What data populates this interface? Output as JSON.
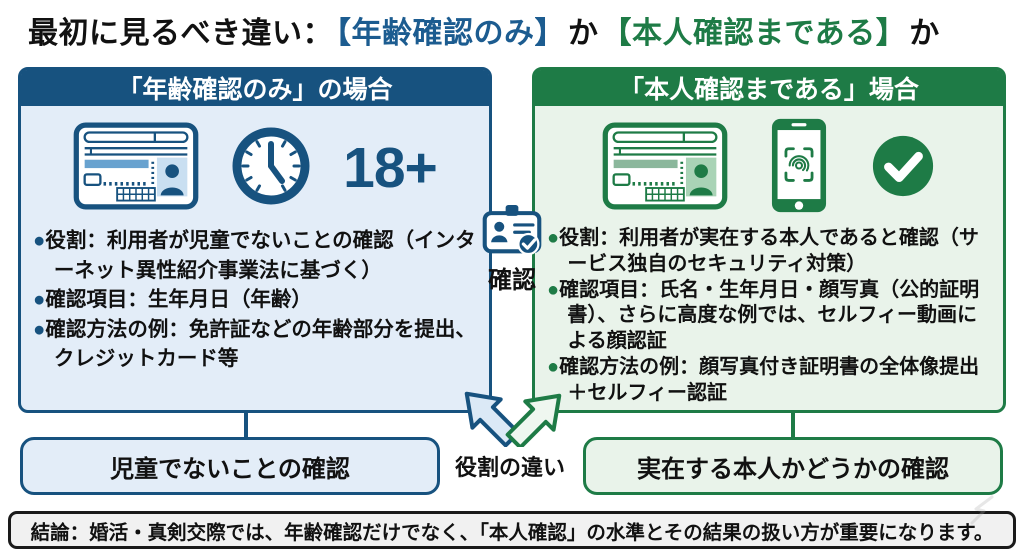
{
  "title": {
    "prefix": "最初に見るべき違い：",
    "option_age": "【年齢確認のみ】",
    "mid": "か",
    "option_identity": "【本人確認まである】",
    "suffix": "か"
  },
  "left_panel": {
    "header": "「年齢確認のみ」の場合",
    "icons": [
      "id-card-icon",
      "clock-icon"
    ],
    "age_badge": "18+",
    "bullet_marker": "●",
    "bullets": [
      "役割：利用者が児童でないことの確認（インターネット異性紹介事業法に基づく）",
      "確認項目：生年月日（年齢）",
      "確認方法の例：免許証などの年齢部分を提出、クレジットカード等"
    ],
    "bottom_box": "児童でないことの確認"
  },
  "right_panel": {
    "header": "「本人確認まである」場合",
    "icons": [
      "id-card-icon",
      "smartphone-fingerprint-icon",
      "check-circle-icon"
    ],
    "bullet_marker": "●",
    "bullets": [
      "役割：利用者が実在する本人であると確認（サービス独自のセキュリティ対策）",
      "確認項目：氏名・生年月日・顔写真（公的証明書）、さらに高度な例では、セルフィー動画による顔認証",
      "確認方法の例：顔写真付き証明書の全体像提出＋セルフィー認証"
    ],
    "bottom_box": "実在する本人かどうかの確認"
  },
  "center": {
    "badge_icon": "id-badge-check-icon",
    "badge_label": "確認",
    "arrows_label": "役割の違い"
  },
  "conclusion": "結論：婚活・真剣交際では、年齢確認だけでなく、「本人確認」の水準とその結果の扱い方が重要になります。",
  "colors": {
    "blue_dark": "#17527f",
    "blue_light": "#e3edf8",
    "title_blue": "#1c5c90",
    "green_dark": "#1e7b46",
    "green_light": "#e9f3ea",
    "text": "#111111",
    "conclusion_bg": "#f1f1f1",
    "conclusion_border": "#1a1a1a"
  }
}
